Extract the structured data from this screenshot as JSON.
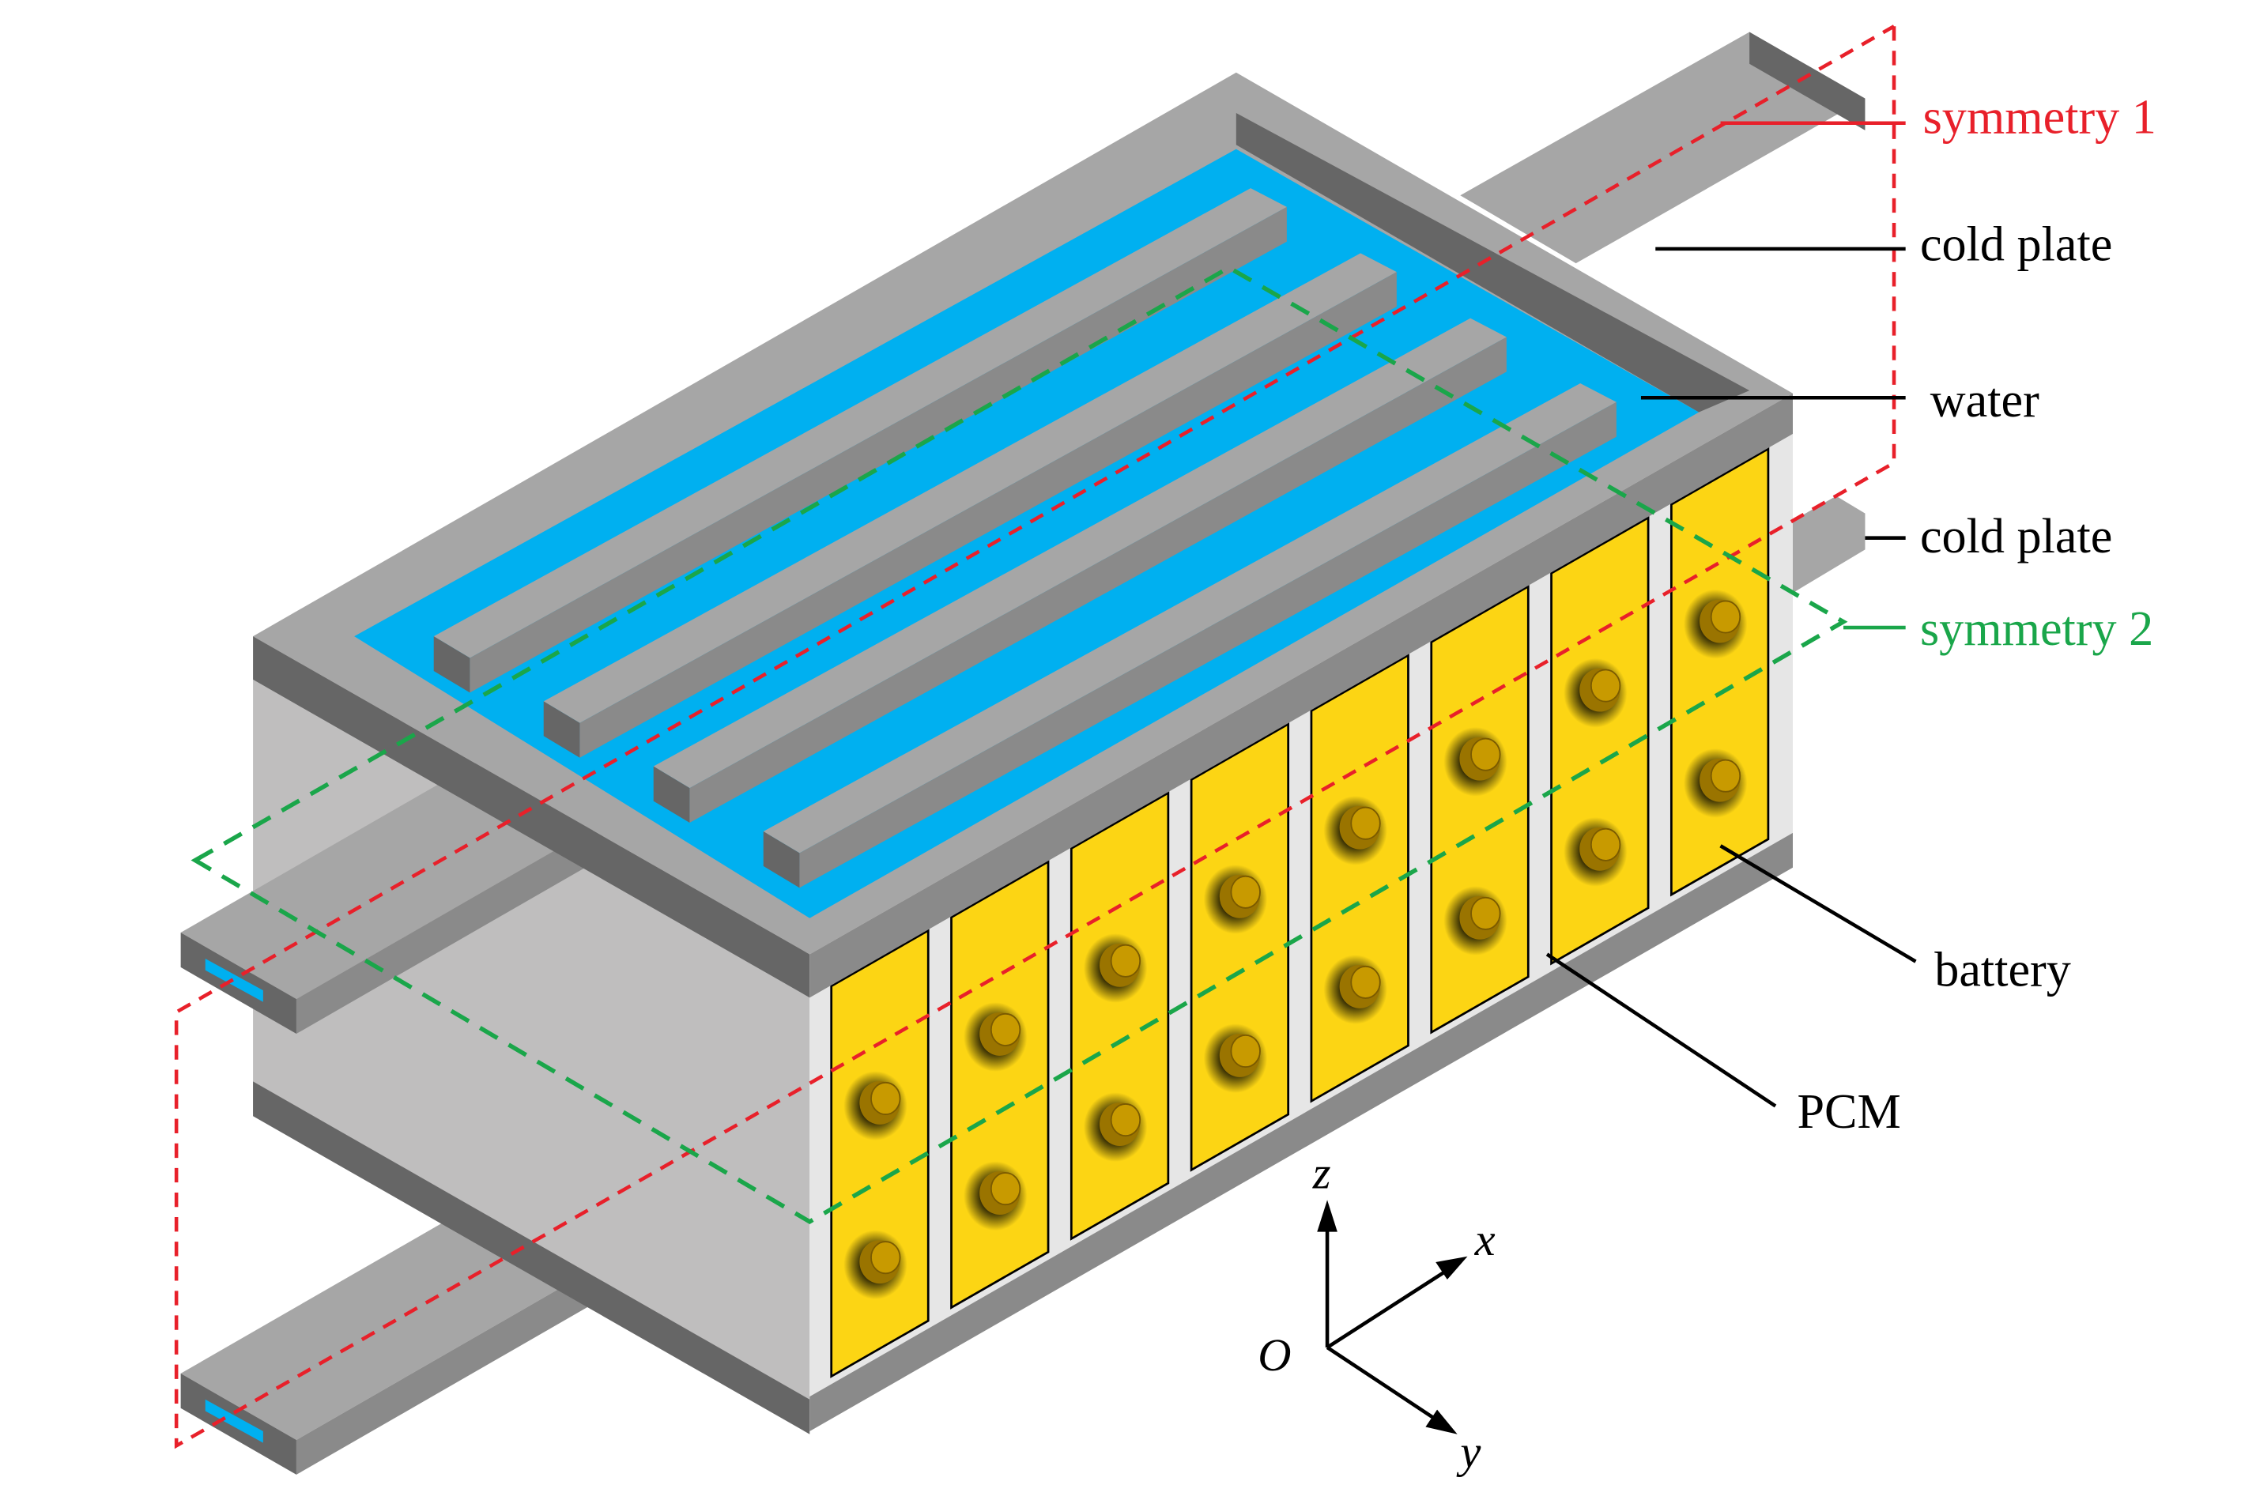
{
  "labels": {
    "symmetry1": "symmetry 1",
    "cold_plate_top": "cold plate",
    "water": "water",
    "cold_plate_bottom": "cold plate",
    "symmetry2": "symmetry 2",
    "battery": "battery",
    "pcm": "PCM"
  },
  "axes": {
    "z": "z",
    "x": "x",
    "y": "y",
    "origin": "O"
  },
  "battery_count": 8,
  "terminals_per_battery": 2,
  "colors": {
    "symmetry1": "#e8202a",
    "symmetry2": "#1aa64a",
    "water": "#00b0f0",
    "battery": "#fcd514",
    "pcm": "#e6e6e6",
    "plate_top": "#a6a6a6",
    "plate_dark": "#666666",
    "body": "#bfbebe"
  }
}
